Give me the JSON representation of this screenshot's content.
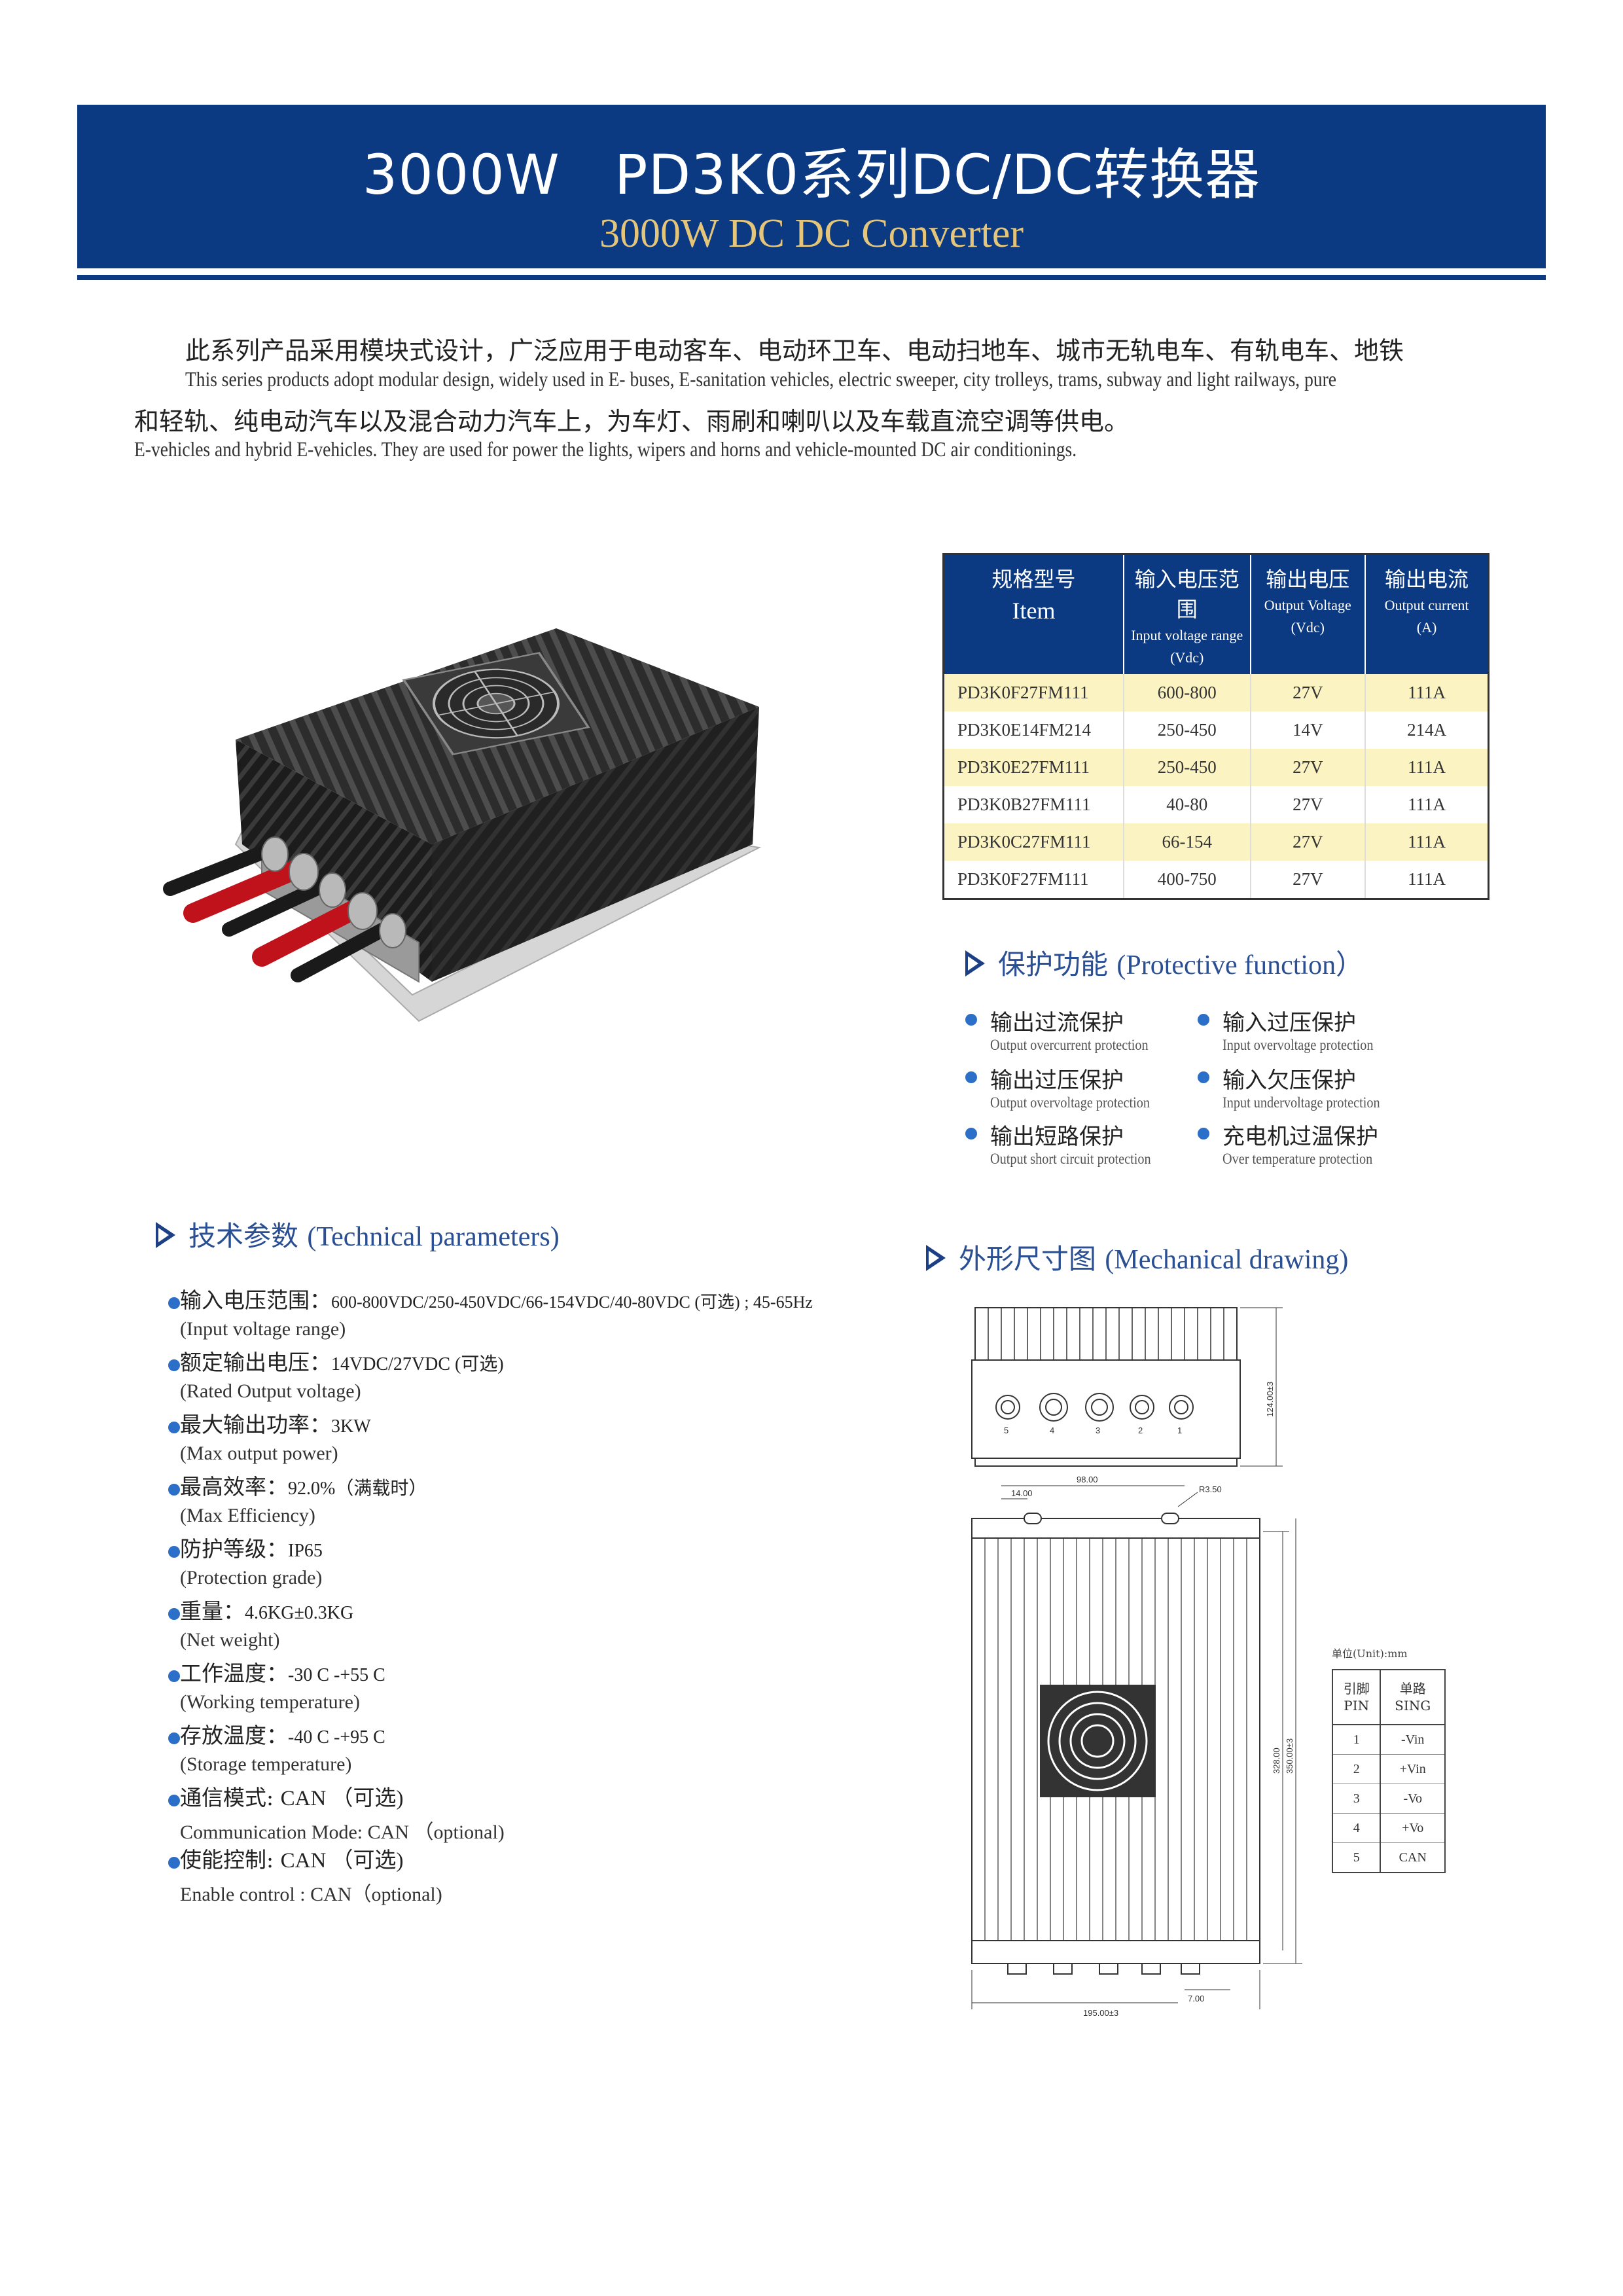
{
  "header": {
    "title_cn": "3000W   PD3K0系列DC/DC转换器",
    "title_en": "3000W DC DC Converter"
  },
  "intro": {
    "cn_line1": "此系列产品采用模块式设计，广泛应用于电动客车、电动环卫车、电动扫地车、城市无轨电车、有轨电车、地铁",
    "en_line1": "This series products adopt modular design, widely used in E- buses, E-sanitation vehicles, electric sweeper, city trolleys, trams, subway and light railways, pure",
    "cn_line2": "和轻轨、纯电动汽车以及混合动力汽车上，为车灯、雨刷和喇叭以及车载直流空调等供电。",
    "en_line2": "E-vehicles and hybrid E-vehicles. They are used for power the lights, wipers and horns and vehicle-mounted DC air conditionings."
  },
  "spec_table": {
    "headers": [
      {
        "cn": "规格型号",
        "en": "Item"
      },
      {
        "cn": "输入电压范围",
        "en1": "Input voltage range",
        "en2": "(Vdc)"
      },
      {
        "cn": "输出电压",
        "en1": "Output Voltage",
        "en2": "(Vdc)"
      },
      {
        "cn": "输出电流",
        "en1": "Output current",
        "en2": "(A)"
      }
    ],
    "rows": [
      [
        "PD3K0F27FM111",
        "600-800",
        "27V",
        "111A"
      ],
      [
        "PD3K0E14FM214",
        "250-450",
        "14V",
        "214A"
      ],
      [
        "PD3K0E27FM111",
        "250-450",
        "27V",
        "111A"
      ],
      [
        "PD3K0B27FM111",
        "40-80",
        "27V",
        "111A"
      ],
      [
        "PD3K0C27FM111",
        "66-154",
        "27V",
        "111A"
      ],
      [
        "PD3K0F27FM111",
        "400-750",
        "27V",
        "111A"
      ]
    ]
  },
  "protection": {
    "heading_cn": "保护功能",
    "heading_en": "(Protective function）",
    "items": [
      {
        "cn": "输出过流保护",
        "en": "Output overcurrent protection"
      },
      {
        "cn": "输入过压保护",
        "en": "Input overvoltage protection"
      },
      {
        "cn": "输出过压保护",
        "en": "Output overvoltage protection"
      },
      {
        "cn": "输入欠压保护",
        "en": "Input undervoltage protection"
      },
      {
        "cn": "输出短路保护",
        "en": "Output short circuit protection"
      },
      {
        "cn": "充电机过温保护",
        "en": "Over temperature protection"
      }
    ]
  },
  "technical": {
    "heading_cn": "技术参数",
    "heading_en": "(Technical parameters)",
    "items": [
      {
        "cn": "输入电压范围：",
        "val": "600-800VDC/250-450VDC/66-154VDC/40-80VDC (可选) ; 45-65Hz",
        "en": "(Input voltage range)"
      },
      {
        "cn": "额定输出电压：",
        "val": "14VDC/27VDC (可选)",
        "en": "(Rated Output voltage)"
      },
      {
        "cn": "最大输出功率：",
        "val": "3KW",
        "en": "(Max output power)"
      },
      {
        "cn": "最高效率：",
        "val": "92.0%（满载时）",
        "en": "(Max Efficiency)"
      },
      {
        "cn": "防护等级：",
        "val": "IP65",
        "en": "(Protection grade)"
      },
      {
        "cn": "重量：",
        "val": "4.6KG±0.3KG",
        "en": "(Net weight)"
      },
      {
        "cn": "工作温度：",
        "val": "-30 C -+55 C",
        "en": "(Working temperature)"
      },
      {
        "cn": "存放温度：",
        "val": "-40 C -+95 C",
        "en": "(Storage temperature)"
      },
      {
        "cn": "通信模式: ",
        "val": "CAN （可选)",
        "en": "Communication Mode: CAN （optional)"
      },
      {
        "cn": "使能控制: ",
        "val": "CAN （可选)",
        "en": "Enable control : CAN（optional)"
      }
    ]
  },
  "mechanical": {
    "heading_cn": "外形尺寸图",
    "heading_en": "(Mechanical drawing)",
    "dims": {
      "height": "124.00±3",
      "pitch": "98.00",
      "offset": "14.00",
      "radius": "R3.50",
      "inner_length": "328.00",
      "length": "350.00±3",
      "width": "195.00±3",
      "foot": "7.00"
    },
    "connector_labels": [
      "5",
      "4",
      "3",
      "2",
      "1"
    ],
    "unit": "单位(Unit):mm",
    "pin_table": {
      "header_pin_cn": "引脚",
      "header_pin_en": "PIN",
      "header_sig_cn": "单路",
      "header_sig_en": "SING",
      "rows": [
        [
          "1",
          "-Vin"
        ],
        [
          "2",
          "+Vin"
        ],
        [
          "3",
          "-Vo"
        ],
        [
          "4",
          "+Vo"
        ],
        [
          "5",
          "CAN"
        ]
      ]
    }
  },
  "colors": {
    "brand_blue": "#0b3a82",
    "title_gold": "#e5c57a",
    "row_highlight": "#fbf3c2",
    "bullet": "#2b6fc9"
  }
}
